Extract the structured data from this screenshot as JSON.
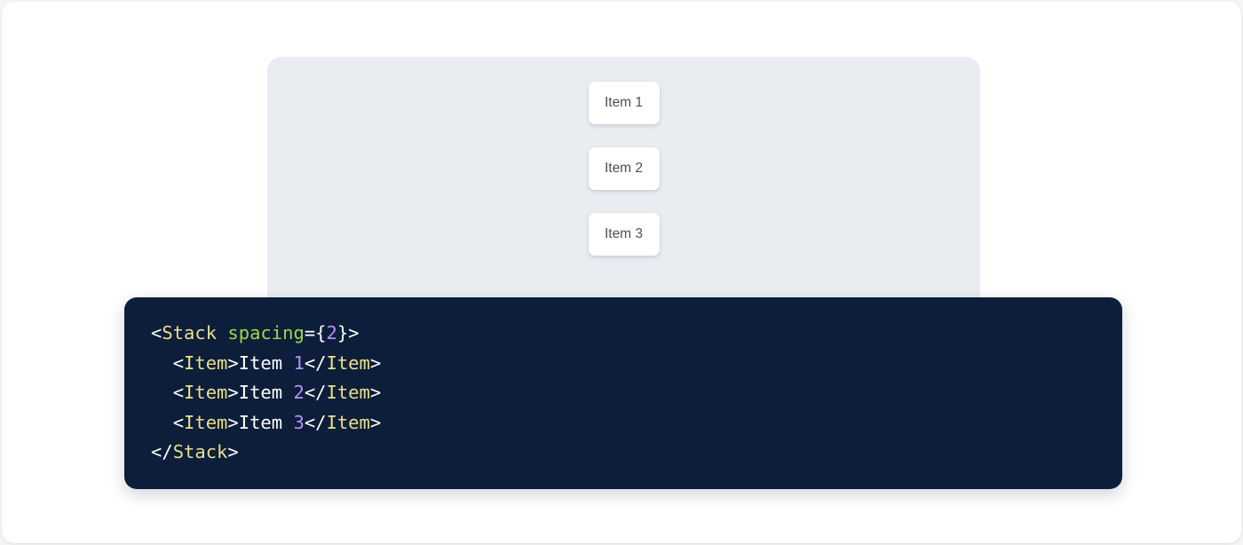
{
  "preview": {
    "panel_background": "#e9ecf1",
    "items": [
      {
        "label": "Item 1"
      },
      {
        "label": "Item 2"
      },
      {
        "label": "Item 3"
      }
    ]
  },
  "code": {
    "language": "jsx",
    "background": "#0c1e3a",
    "colors": {
      "punctuation": "#ffffff",
      "tag": "#ecdf8a",
      "attribute": "#9fd84a",
      "number": "#b98eff",
      "text": "#ffffff"
    },
    "lines": [
      {
        "indent": "",
        "tokens": [
          {
            "t": "<",
            "k": "punct"
          },
          {
            "t": "Stack",
            "k": "tag"
          },
          {
            "t": " ",
            "k": "punct"
          },
          {
            "t": "spacing",
            "k": "attr"
          },
          {
            "t": "={",
            "k": "punct"
          },
          {
            "t": "2",
            "k": "num"
          },
          {
            "t": "}>",
            "k": "punct"
          }
        ]
      },
      {
        "indent": "  ",
        "tokens": [
          {
            "t": "<",
            "k": "punct"
          },
          {
            "t": "Item",
            "k": "tag"
          },
          {
            "t": ">",
            "k": "punct"
          },
          {
            "t": "Item ",
            "k": "text"
          },
          {
            "t": "1",
            "k": "num"
          },
          {
            "t": "</",
            "k": "punct"
          },
          {
            "t": "Item",
            "k": "tag"
          },
          {
            "t": ">",
            "k": "punct"
          }
        ]
      },
      {
        "indent": "  ",
        "tokens": [
          {
            "t": "<",
            "k": "punct"
          },
          {
            "t": "Item",
            "k": "tag"
          },
          {
            "t": ">",
            "k": "punct"
          },
          {
            "t": "Item ",
            "k": "text"
          },
          {
            "t": "2",
            "k": "num"
          },
          {
            "t": "</",
            "k": "punct"
          },
          {
            "t": "Item",
            "k": "tag"
          },
          {
            "t": ">",
            "k": "punct"
          }
        ]
      },
      {
        "indent": "  ",
        "tokens": [
          {
            "t": "<",
            "k": "punct"
          },
          {
            "t": "Item",
            "k": "tag"
          },
          {
            "t": ">",
            "k": "punct"
          },
          {
            "t": "Item ",
            "k": "text"
          },
          {
            "t": "3",
            "k": "num"
          },
          {
            "t": "</",
            "k": "punct"
          },
          {
            "t": "Item",
            "k": "tag"
          },
          {
            "t": ">",
            "k": "punct"
          }
        ]
      },
      {
        "indent": "",
        "tokens": [
          {
            "t": "</",
            "k": "punct"
          },
          {
            "t": "Stack",
            "k": "tag"
          },
          {
            "t": ">",
            "k": "punct"
          }
        ]
      }
    ]
  }
}
